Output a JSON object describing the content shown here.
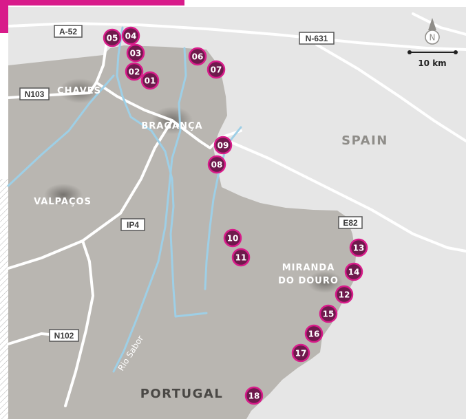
{
  "countries": {
    "spain": "SPAIN",
    "portugal": "PORTUGAL"
  },
  "towns": {
    "chaves": "CHAVES",
    "braganca": "BRAGANÇA",
    "valpacos": "VALPAÇOS",
    "miranda_line1": "MIRANDA",
    "miranda_line2": "DO DOURO"
  },
  "roads": {
    "a52": "A-52",
    "n631": "N-631",
    "n103": "N103",
    "ip4": "IP4",
    "e82": "E82",
    "n102": "N102"
  },
  "river": "Rio Sabor",
  "scale": "10 km",
  "compass": "N",
  "markers": [
    "01",
    "02",
    "03",
    "04",
    "05",
    "06",
    "07",
    "08",
    "09",
    "10",
    "11",
    "12",
    "13",
    "14",
    "15",
    "16",
    "17",
    "18"
  ],
  "colors": {
    "spain_land": "#e6e6e6",
    "portugal_land": "#b9b6b1",
    "marker_fill": "#6e1a4c",
    "marker_ring": "#d81b8a",
    "river": "#9ecfe6",
    "accent_bar": "#d81b8a"
  }
}
